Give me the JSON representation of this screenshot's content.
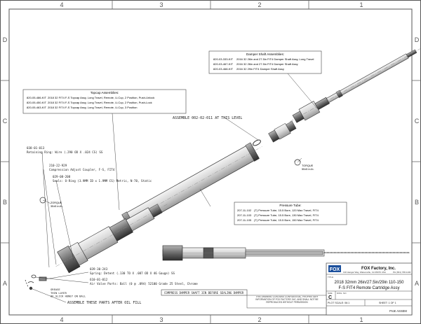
{
  "zones": {
    "columns": [
      "4",
      "3",
      "2",
      "1"
    ],
    "rows": [
      "D",
      "C",
      "B",
      "A"
    ]
  },
  "damper_shaft": {
    "title": "Damper Shaft Assemblies:",
    "rows": [
      {
        "pn": "820-03-333-KIT",
        "desc": "2016 32 26in and 27.5in FIT4 Damper Shaft Assy, Long Travel"
      },
      {
        "pn": "820-03-467-KIT",
        "desc": "2016 32 26in and 27.5in FIT4 Damper Shaft Assy"
      },
      {
        "pn": "820-03-468-KIT",
        "desc": "2016 32 29in FIT4 Damper Shaft Assy"
      }
    ]
  },
  "topcap": {
    "title": "Topcap Assemblies:",
    "rows": [
      {
        "pn": "820-05-486-KIT",
        "desc": "2018 32 FIT4 F-S Topcap Assy, Long Travel, Remote, U-Cup, 2 Position, Push-Unlock"
      },
      {
        "pn": "820-05-450-KIT",
        "desc": "2018 32 FIT4 F-S Topcap Assy, Long Travel, Remote, U-Cup, 2 Position, Push-Lock"
      },
      {
        "pn": "820-05-463-KIT",
        "desc": "2018 32 FIT4 F-S Topcap Assy, Long Travel, Remote, U-Cup, 3 Position"
      }
    ]
  },
  "assemble_note": "ASSEMBLE 002-02-011 AT THIS LEVEL",
  "torque_upper": {
    "label": "TORQUE",
    "value": "55±5 in.lb."
  },
  "torque_lower": {
    "label": "TORQUE",
    "value": "35±5 in.lb."
  },
  "pressure_tube": {
    "title": "Pressure Tube:",
    "rows": [
      {
        "pn": "207-11-102",
        "desc": "(T) Pressure Tube, 15.5 Bore, 120 Max Travel, FIT4"
      },
      {
        "pn": "207-11-103",
        "desc": "(T) Pressure Tube, 15.5 Bore, 130 Max Travel, FIT4"
      },
      {
        "pn": "207-11-105",
        "desc": "(T) Pressure Tube, 15.5 Bore, 150 Max Travel, FIT4"
      }
    ]
  },
  "callouts": {
    "c1_pn": "038-01-013",
    "c1_desc": "Retaining Ring: Wire (.290 OD X .024 CS) SS",
    "c2_pn": "210-22-929",
    "c2_desc": "Compression Adjust Coupler, F-S, FIT4",
    "c3_pn": "029-08-208",
    "c3_desc": "Seals: O-Ring (3.9MM ID x 1.9MM CS) Metric, N-70, Static",
    "c4_pn": "039-30-243",
    "c4_desc": "Spring: Detent (.130 TO X .087 OD X 46 Gauge) SS",
    "c5_pn": "610-01-012",
    "c5_desc": "Air Valve Parts: Ball (0 @ .094) 52100 Grade 25 Steel, Chrome",
    "grease": "GREASE\nTHIN LAYER\nOF SLICK HONEY ON BALL",
    "compress_note": "COMPRESS DAMPER SHAFT 3IN BEFORE SEALING DAMPER",
    "after_oil": "ASSEMBLE THESE PARTS AFTER OIL FILL"
  },
  "title_block": {
    "company": "FOX Factory, Inc.",
    "address": "130 Hangar Way, Watsonville, CA 95076 USA",
    "phone": "PH (831) 768-1100",
    "title_label": "TITLE",
    "title_line1": "2018 32mm 26in/27.5in/29in 110-150",
    "title_line2": "F-S FIT4 Remote Cartridge Assy",
    "size_label": "SIZE",
    "size": "C",
    "dwg_label": "DWG. NO.",
    "scale": "PLOT SCALE: 06:1",
    "sheet": "SHEET: 1 OF 1",
    "proe": "ProE ASSEM",
    "notice": "THIS DRAWING CONTAINS CONFIDENTIAL, PROPRIETARY INFORMATION OF FOX FACTORY, INC. AND SHALL NOT BE REPRODUCED WITHOUT PERMISSION"
  }
}
